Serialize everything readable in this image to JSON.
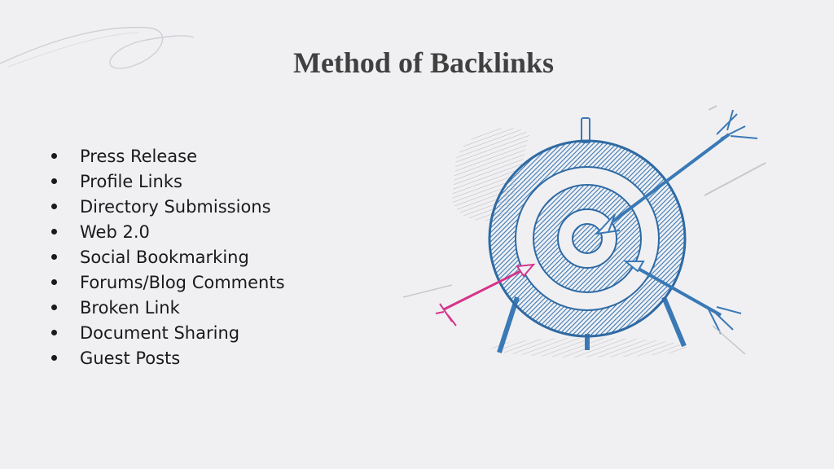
{
  "slide": {
    "title": "Method of Backlinks",
    "bullets": [
      "Press Release",
      "Profile Links",
      "Directory Submissions",
      "Web 2.0",
      "Social Bookmarking",
      "Forums/Blog Comments",
      "Broken Link",
      "Document Sharing",
      "Guest Posts"
    ]
  },
  "colors": {
    "title": "#404040",
    "target_blue": "#3a79b5",
    "arrow_pink": "#d6338a",
    "background": "#f0f0f3"
  },
  "illustration": {
    "icon": "target-with-arrows-icon"
  }
}
